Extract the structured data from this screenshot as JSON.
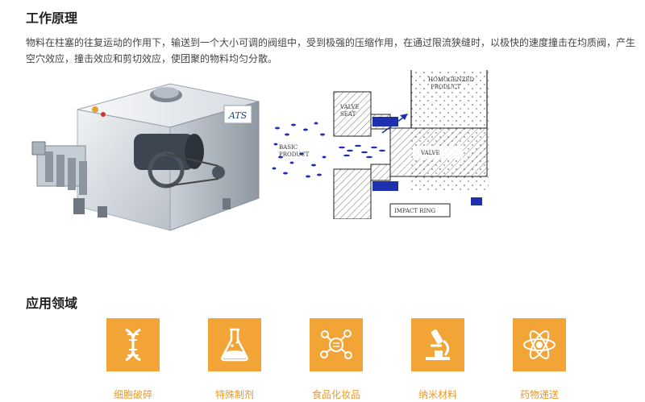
{
  "section1": {
    "title": "工作原理",
    "description": "物料在柱塞的往复运动的作用下，输送到一个大小可调的阀组中，受到极强的压缩作用，在通过限流狭缝时，以极快的速度撞击在均质阀，产生空穴效应，撞击效应和剪切效应，使团聚的物料均匀分散。"
  },
  "machine_logo": "ATS",
  "diagram": {
    "homogenized_line1": "HOMOGENZED",
    "homogenized_line2": "PRODUCT",
    "valve_seat_line1": "VALVE",
    "valve_seat_line2": "SEAT",
    "basic_line1": "BASIC",
    "basic_line2": "PRODUCT",
    "valve": "VALVE",
    "impact_ring": "IMPACT RING"
  },
  "section2": {
    "title": "应用领域",
    "items": [
      {
        "label": "细胞破碎",
        "icon": "dna-icon"
      },
      {
        "label": "特殊制剂",
        "icon": "flask-icon"
      },
      {
        "label": "食品化妆品",
        "icon": "molecule-icon"
      },
      {
        "label": "纳米材料",
        "icon": "microscope-icon"
      },
      {
        "label": "药物递送",
        "icon": "atom-icon"
      }
    ],
    "tile_color": "#f3a436",
    "label_color": "#e89a2c"
  }
}
